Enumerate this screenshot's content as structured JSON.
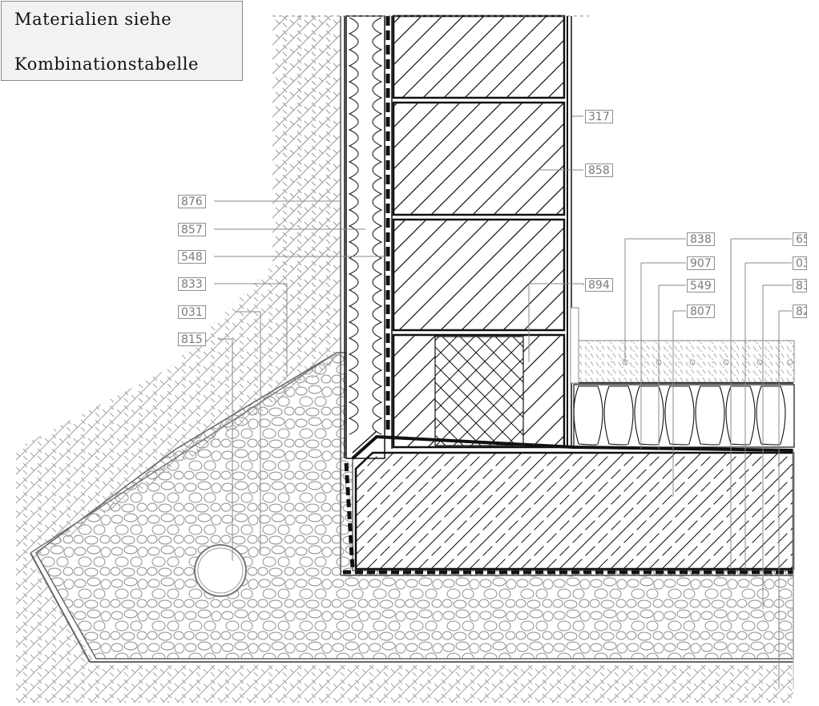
{
  "note": {
    "line1": "Materialien  siehe",
    "line2": "Kombinationstabelle"
  },
  "labels": {
    "l317": "317",
    "l858": "858",
    "l876": "876",
    "l857": "857",
    "l548": "548",
    "l833": "833",
    "l031": "031",
    "l815": "815",
    "l894": "894",
    "l838": "838",
    "l907": "907",
    "l549": "549",
    "l807": "807",
    "l6x": "65",
    "l0x": "03",
    "l8a": "83",
    "l8b": "82"
  },
  "colors": {
    "line": "#111111",
    "leader": "#888888",
    "hatch_soil": "#9a9a9a",
    "gravel": "#8c8c8c"
  }
}
